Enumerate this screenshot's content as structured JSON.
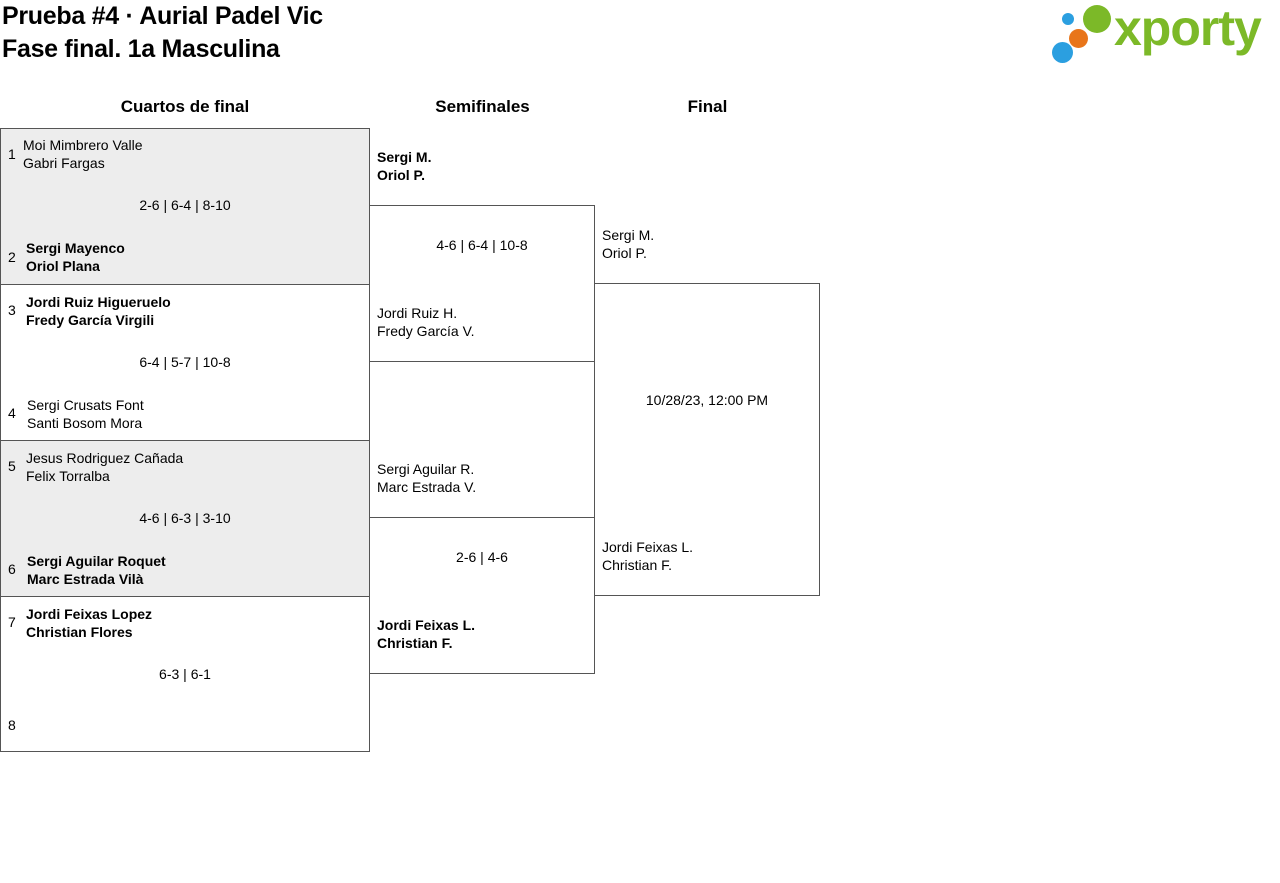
{
  "header": {
    "title": "Prueba #4 · Aurial Padel Vic",
    "subtitle": "Fase final. 1a Masculina",
    "logo_text": "xporty",
    "logo_colors": [
      "#2b9fe0",
      "#e8751a",
      "#7cb928"
    ]
  },
  "rounds": {
    "quarters": "Cuartos de final",
    "semis": "Semifinales",
    "final": "Final"
  },
  "quarterfinals": [
    {
      "seed_a": "1",
      "a1": "Moi Mimbrero Valle",
      "a2": "Gabri Fargas",
      "score": "2-6 | 6-4 | 8-10",
      "seed_b": "2",
      "b1": "Sergi Mayenco",
      "b2": "Oriol Plana",
      "winner": "b"
    },
    {
      "seed_a": "3",
      "a1": "Jordi Ruiz Higueruelo",
      "a2": "Fredy García Virgili",
      "score": "6-4 | 5-7 | 10-8",
      "seed_b": "4",
      "b1": "Sergi Crusats Font",
      "b2": "Santi Bosom Mora",
      "winner": "a"
    },
    {
      "seed_a": "5",
      "a1": "Jesus Rodriguez Cañada",
      "a2": "Felix Torralba",
      "score": "4-6 | 6-3 | 3-10",
      "seed_b": "6",
      "b1": "Sergi Aguilar Roquet",
      "b2": "Marc Estrada Vilà",
      "winner": "b"
    },
    {
      "seed_a": "7",
      "a1": "Jordi Feixas Lopez",
      "a2": "Christian Flores",
      "score": "6-3 | 6-1",
      "seed_b": "8",
      "b1": "",
      "b2": "",
      "winner": "a"
    }
  ],
  "semifinals": [
    {
      "a1": "Sergi M.",
      "a2": "Oriol P.",
      "score": "4-6 | 6-4 | 10-8",
      "b1": "Jordi Ruiz H.",
      "b2": "Fredy García V.",
      "winner": "a"
    },
    {
      "a1": "Sergi Aguilar R.",
      "a2": "Marc Estrada V.",
      "score": "2-6 | 4-6",
      "b1": "Jordi Feixas L.",
      "b2": "Christian F.",
      "winner": "b"
    }
  ],
  "final": {
    "a1": "Sergi M.",
    "a2": "Oriol P.",
    "datetime": "10/28/23, 12:00 PM",
    "b1": "Jordi Feixas L.",
    "b2": "Christian F."
  }
}
